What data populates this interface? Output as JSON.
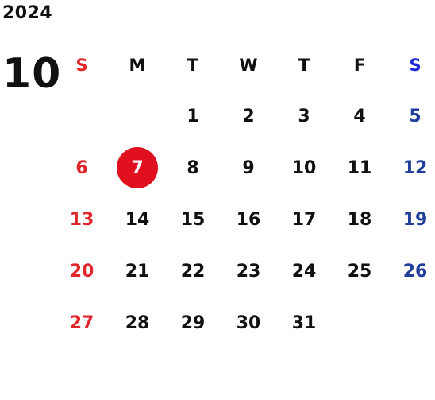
{
  "calendar": {
    "year": "2024",
    "month": "10",
    "weekdays": [
      "S",
      "M",
      "T",
      "W",
      "T",
      "F",
      "S"
    ],
    "weeks": [
      [
        "",
        "",
        "1",
        "2",
        "3",
        "4",
        "5"
      ],
      [
        "6",
        "7",
        "8",
        "9",
        "10",
        "11",
        "12"
      ],
      [
        "13",
        "14",
        "15",
        "16",
        "17",
        "18",
        "19"
      ],
      [
        "20",
        "21",
        "22",
        "23",
        "24",
        "25",
        "26"
      ],
      [
        "27",
        "28",
        "29",
        "30",
        "31",
        "",
        ""
      ]
    ],
    "highlighted_day": "7",
    "colors": {
      "sunday": "#e0262a",
      "saturday": "#1f3f99",
      "saturday_header": "#1a28d6",
      "highlight": "#e0101f",
      "default": "#111111"
    }
  }
}
